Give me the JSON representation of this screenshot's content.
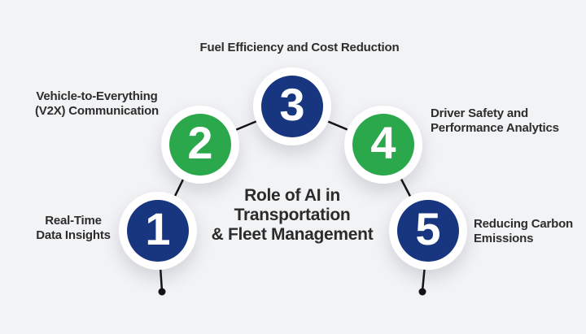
{
  "title": {
    "lines": [
      "Role of AI in",
      "Transportation",
      "& Fleet Management"
    ]
  },
  "nodes": [
    {
      "number": "1",
      "color": "blue",
      "label_lines": [
        "Real-Time",
        "Data Insights"
      ]
    },
    {
      "number": "2",
      "color": "green",
      "label_lines": [
        "Vehicle-to-Everything",
        "(V2X) Communication"
      ]
    },
    {
      "number": "3",
      "color": "blue",
      "label_lines": [
        "Fuel Efficiency and Cost Reduction"
      ]
    },
    {
      "number": "4",
      "color": "green",
      "label_lines": [
        "Driver Safety and",
        "Performance Analytics"
      ]
    },
    {
      "number": "5",
      "color": "blue",
      "label_lines": [
        "Reducing Carbon",
        "Emissions"
      ]
    }
  ],
  "colors": {
    "node_blue": "#17367f",
    "node_green": "#2ba84c",
    "ring_white": "#ffffff",
    "text_dark": "#2d2d2d",
    "connector_black": "#141414",
    "background": "#f2f3f5"
  }
}
